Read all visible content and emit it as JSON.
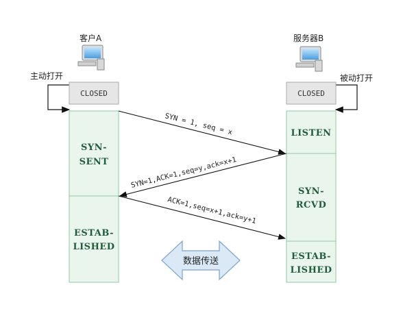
{
  "client": {
    "label": "客户A",
    "open_label": "主动打开",
    "closed_label": "CLOSED",
    "states": [
      {
        "line1": "SYN-",
        "line2": "SENT"
      },
      {
        "line1": "ESTAB-",
        "line2": "LISHED"
      }
    ],
    "icon": "computer-icon"
  },
  "server": {
    "label": "服务器B",
    "open_label": "被动打开",
    "closed_label": "CLOSED",
    "states": [
      {
        "line1": "LISTEN",
        "line2": ""
      },
      {
        "line1": "SYN-",
        "line2": "RCVD"
      },
      {
        "line1": "ESTAB-",
        "line2": "LISHED"
      }
    ],
    "icon": "computer-icon"
  },
  "messages": [
    {
      "text": "SYN = 1, seq = x"
    },
    {
      "text": "SYN=1,ACK=1,seq=y,ack=x+1"
    },
    {
      "text": "ACK=1,seq=x+1,ack=y+1"
    }
  ],
  "data_transfer_label": "数据传送",
  "colors": {
    "column_fill": "#eaf5ee",
    "column_stroke": "#8fc9a6",
    "closed_fill": "#e6e6e6",
    "state_text": "#1f5c3c",
    "arrow_fill": "#dbe9f7",
    "arrow_stroke": "#7aa3cf"
  }
}
